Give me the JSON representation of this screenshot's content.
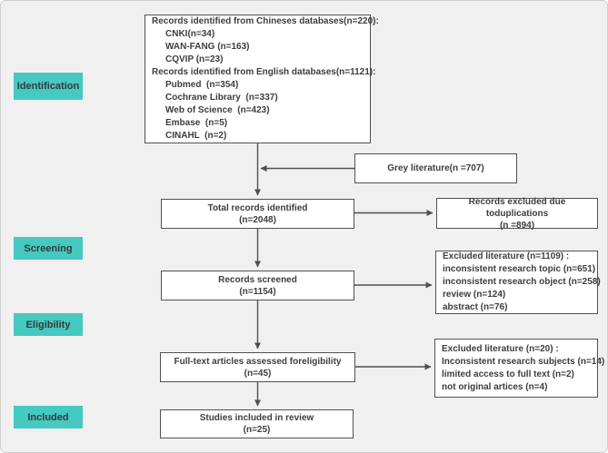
{
  "colors": {
    "background": "#f0f0f0",
    "accent_teal": "#45c9c1",
    "box_border": "#515151",
    "arrow": "#4f4f4f",
    "text": "#3d3d3d"
  },
  "stages": [
    {
      "label": "Identification"
    },
    {
      "label": "Screening"
    },
    {
      "label": "Eligibility"
    },
    {
      "label": "Included"
    }
  ],
  "boxes": {
    "sources": {
      "lines": [
        "Records identified from Chineses databases(n=220):",
        "CNKI(n=34)",
        "WAN-FANG (n=163)",
        "CQVIP (n=23)",
        "Records identified from English databases(n=1121):",
        "Pubmed  (n=354)",
        "Cochrane Library  (n=337)",
        "Web of Science  (n=423)",
        "Embase  (n=5)",
        "CINAHL  (n=2)"
      ]
    },
    "grey": {
      "line1": "Grey literature(n =707)"
    },
    "total": {
      "line1": "Total records identified",
      "line2": "(n=2048)"
    },
    "duplications": {
      "line1": "Records excluded due toduplications",
      "line2": "(n =894)"
    },
    "screened": {
      "line1": "Records screened",
      "line2": "(n=1154)"
    },
    "excluded_screening": {
      "lines": [
        "Excluded literature (n=1109) :",
        "inconsistent research topic (n=651)",
        "inconsistent research object (n=258)",
        "review (n=124)",
        "abstract (n=76)"
      ]
    },
    "fulltext": {
      "line1": "Full-text articles assessed foreligibility",
      "line2": "(n=45)"
    },
    "excluded_eligibility": {
      "lines": [
        "Excluded literature (n=20) :",
        "Inconsistent research subjects (n=14)",
        "limited access to full text (n=2)",
        "not original artices (n=4)"
      ]
    },
    "included": {
      "line1": "Studies included in review",
      "line2": "(n=25)"
    }
  }
}
